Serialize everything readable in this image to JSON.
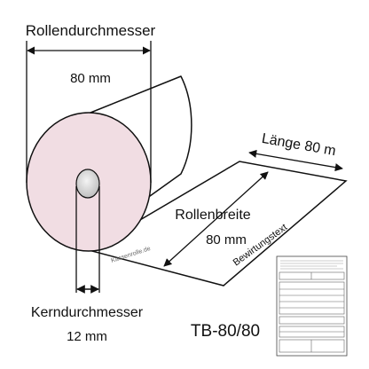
{
  "diameter": {
    "label": "Rollendurchmesser",
    "value": "80 mm"
  },
  "length": {
    "label": "Länge 80 m"
  },
  "width": {
    "label": "Rollenbreite",
    "value": "80 mm"
  },
  "core": {
    "label": "Kerndurchmesser",
    "value": "12 mm"
  },
  "paper_print": {
    "brand": "Kassenrolle.de",
    "text": "Bewirtungstext"
  },
  "product_code": "TB-80/80",
  "colors": {
    "roll_face": "#f1dde3",
    "core": "#d8d8d8",
    "line": "#111111"
  }
}
